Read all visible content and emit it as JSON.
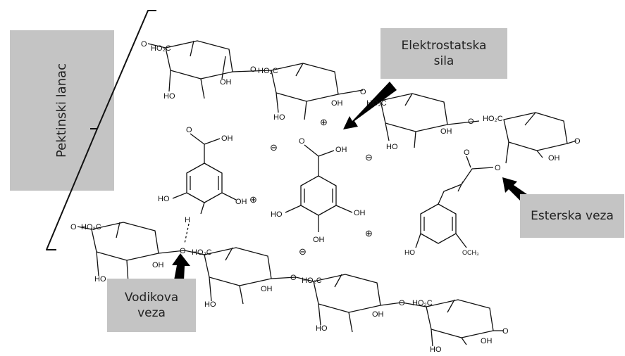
{
  "labels": {
    "pektin": "Pektinski lanac",
    "elektro_line1": "Elektrostatska",
    "elektro_line2": "sila",
    "ester": "Esterska veza",
    "vodik_line1": "Vodikova",
    "vodik_line2": "veza"
  },
  "chem": {
    "acid": "HO₂C",
    "oh": "OH",
    "ho": "HO",
    "o": "O",
    "h": "H",
    "cooh_oh": "OH",
    "och3": "OCH₃"
  },
  "charges": {
    "plus": "⊕",
    "minus": "⊖"
  },
  "colors": {
    "box": "#c4c4c4",
    "line": "#111111",
    "arrow": "#000000"
  }
}
